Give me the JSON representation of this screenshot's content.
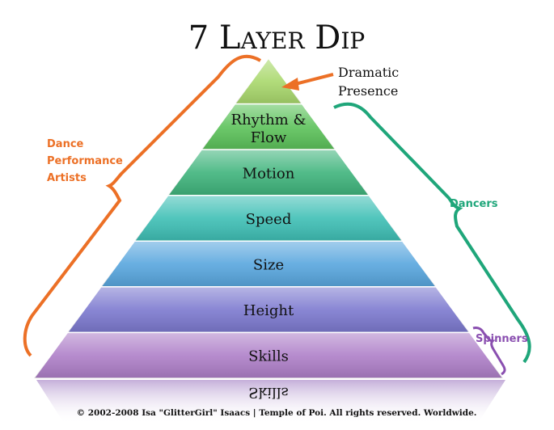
{
  "title": "7 Layer Dip",
  "layers": [
    {
      "label": "",
      "color": "#a9d86c"
    },
    {
      "label": "Rhythm &",
      "label2": "Flow",
      "color": "#5cc25a"
    },
    {
      "label": "Motion",
      "color": "#3fb47c"
    },
    {
      "label": "Speed",
      "color": "#3ebfb5"
    },
    {
      "label": "Size",
      "color": "#58a6de"
    },
    {
      "label": "Height",
      "color": "#7c79cf"
    },
    {
      "label": "Skills",
      "color": "#ae7fc8"
    }
  ],
  "annotations": {
    "dramatic_line1": "Dramatic",
    "dramatic_line2": "Presence",
    "dance_line1": "Dance",
    "dance_line2": "Performance",
    "dance_line3": "Artists",
    "dancers": "Dancers",
    "spinners": "Spinners"
  },
  "reflection": "Skills",
  "copyright": "© 2002-2008 Isa \"GlitterGirl\" Isaacs | Temple of Poi. All rights reserved. Worldwide.",
  "colors": {
    "orange": "#ec7026",
    "green": "#1fa67a",
    "purple": "#8a4fb0"
  }
}
